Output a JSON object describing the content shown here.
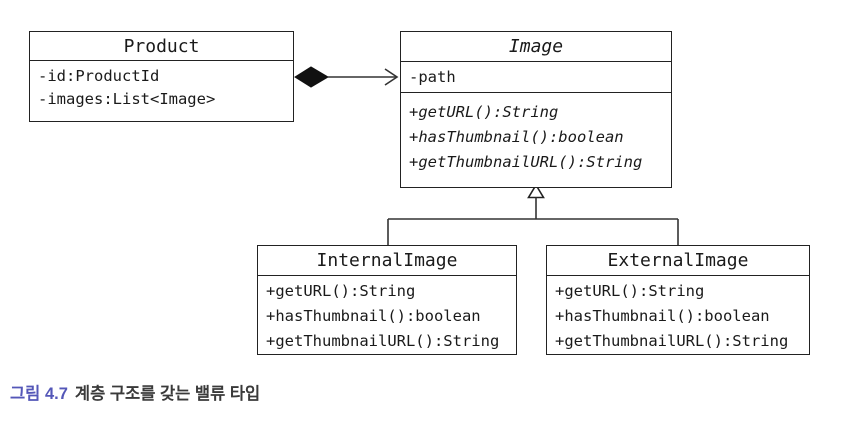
{
  "diagram": {
    "type": "uml-class-diagram",
    "classes": {
      "product": {
        "title": "Product",
        "abstract": false,
        "attributes": [
          "-id:ProductId",
          "-images:List<Image>"
        ],
        "methods": []
      },
      "image": {
        "title": "Image",
        "abstract": true,
        "attributes": [
          "-path"
        ],
        "methods": [
          "+getURL():String",
          "+hasThumbnail():boolean",
          "+getThumbnailURL():String"
        ]
      },
      "internal_image": {
        "title": "InternalImage",
        "abstract": false,
        "attributes": [],
        "methods": [
          "+getURL():String",
          "+hasThumbnail():boolean",
          "+getThumbnailURL():String"
        ]
      },
      "external_image": {
        "title": "ExternalImage",
        "abstract": false,
        "attributes": [],
        "methods": [
          "+getURL():String",
          "+hasThumbnail():boolean",
          "+getThumbnailURL():String"
        ]
      }
    },
    "relationships": [
      {
        "type": "composition",
        "from": "Product",
        "to": "Image"
      },
      {
        "type": "generalization",
        "from": "InternalImage",
        "to": "Image"
      },
      {
        "type": "generalization",
        "from": "ExternalImage",
        "to": "Image"
      }
    ],
    "colors": {
      "box_border": "#222222",
      "box_fill": "#ffffff",
      "line": "#333333",
      "diamond_fill": "#111111"
    }
  },
  "caption": {
    "label": "그림 4.7",
    "text": "계층 구조를 갖는 밸류 타입",
    "label_color": "#5457b8",
    "text_color": "#3a3a3a"
  }
}
